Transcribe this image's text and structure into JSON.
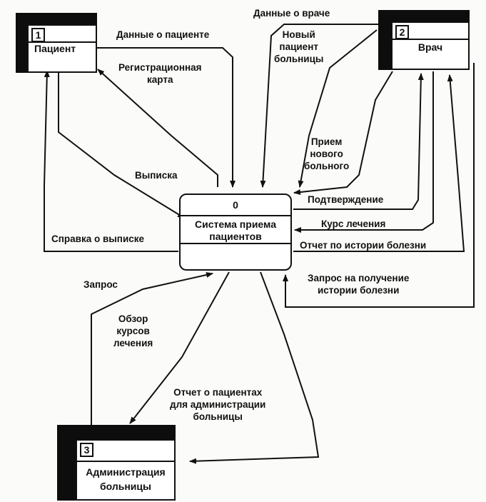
{
  "entities": {
    "patient": {
      "number": "1",
      "name": "Пациент"
    },
    "doctor": {
      "number": "2",
      "name": "Врач"
    },
    "admin": {
      "number": "3",
      "name": "Администрация\nбольницы"
    }
  },
  "process": {
    "number": "0",
    "name": "Система приема\nпациентов"
  },
  "flows": {
    "patient_data": "Данные о пациенте",
    "registration_card": "Регистрационная\nкарта",
    "doctor_data": "Данные о враче",
    "new_patient": "Новый\nпациент\nбольницы",
    "admission": "Прием\nнового\nбольного",
    "extract": "Выписка",
    "confirmation": "Подтверждение",
    "course": "Курс лечения",
    "history_report": "Отчет по истории болезни",
    "extract_certificate": "Справка о выписке",
    "history_request": "Запрос на получение\nистории болезни",
    "request": "Запрос",
    "courses_review": "Обзор\nкурсов\nлечения",
    "admin_report": "Отчет о пациентах\nдля администрации\nбольницы"
  }
}
